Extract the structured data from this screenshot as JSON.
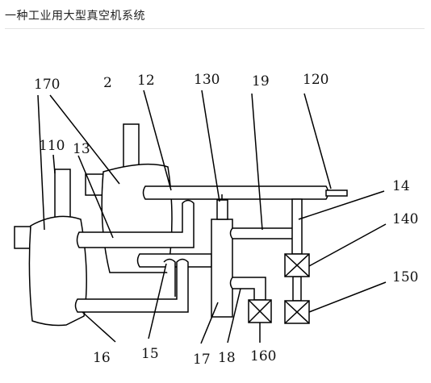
{
  "page": {
    "title": "一种工业用大型真空机系统"
  },
  "diagram": {
    "labels": {
      "l170": "170",
      "l2": "2",
      "l12": "12",
      "l130": "130",
      "l19": "19",
      "l120": "120",
      "l110": "110",
      "l13": "13",
      "l14": "14",
      "l140": "140",
      "l150": "150",
      "l16": "16",
      "l15": "15",
      "l17": "17",
      "l18": "18",
      "l160": "160"
    }
  }
}
